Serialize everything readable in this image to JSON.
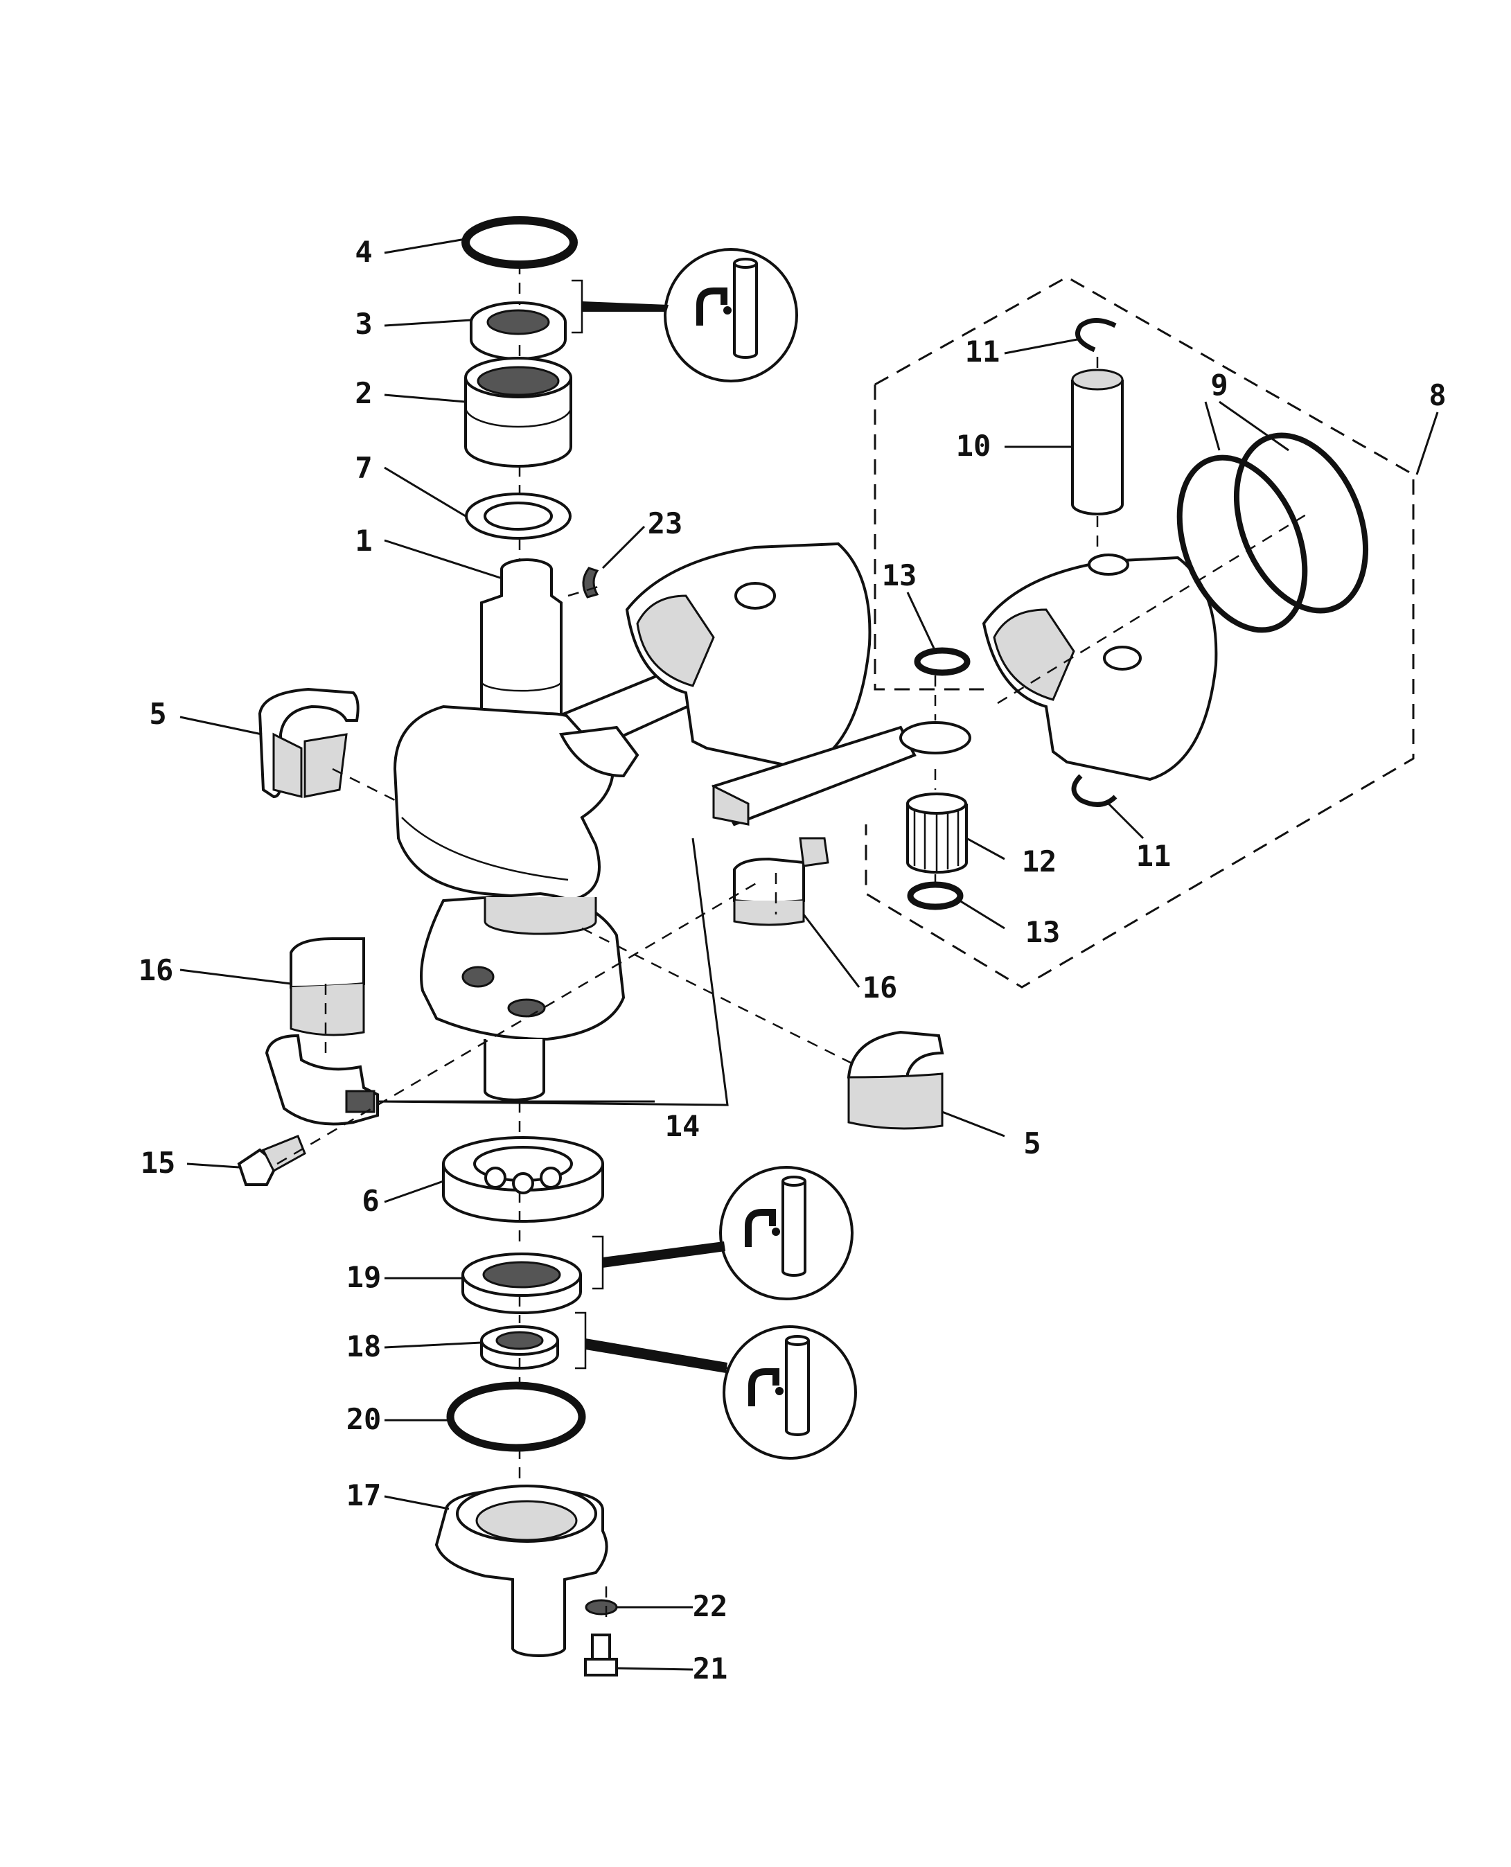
{
  "diagram": {
    "callouts": [
      {
        "id": "c4",
        "label": "4"
      },
      {
        "id": "c3",
        "label": "3"
      },
      {
        "id": "c2",
        "label": "2"
      },
      {
        "id": "c7",
        "label": "7"
      },
      {
        "id": "c1",
        "label": "1"
      },
      {
        "id": "c23",
        "label": "23"
      },
      {
        "id": "c5a",
        "label": "5"
      },
      {
        "id": "c5b",
        "label": "5"
      },
      {
        "id": "c16a",
        "label": "16"
      },
      {
        "id": "c16b",
        "label": "16"
      },
      {
        "id": "c15",
        "label": "15"
      },
      {
        "id": "c14",
        "label": "14"
      },
      {
        "id": "c6",
        "label": "6"
      },
      {
        "id": "c19",
        "label": "19"
      },
      {
        "id": "c18",
        "label": "18"
      },
      {
        "id": "c20",
        "label": "20"
      },
      {
        "id": "c17",
        "label": "17"
      },
      {
        "id": "c22",
        "label": "22"
      },
      {
        "id": "c21",
        "label": "21"
      },
      {
        "id": "c11a",
        "label": "11"
      },
      {
        "id": "c11b",
        "label": "11"
      },
      {
        "id": "c10",
        "label": "10"
      },
      {
        "id": "c9",
        "label": "9"
      },
      {
        "id": "c8",
        "label": "8"
      },
      {
        "id": "c13a",
        "label": "13"
      },
      {
        "id": "c13b",
        "label": "13"
      },
      {
        "id": "c12",
        "label": "12"
      }
    ],
    "icons": [
      "lubricant-application-icon",
      "lubricant-application-icon",
      "lubricant-application-icon"
    ]
  }
}
